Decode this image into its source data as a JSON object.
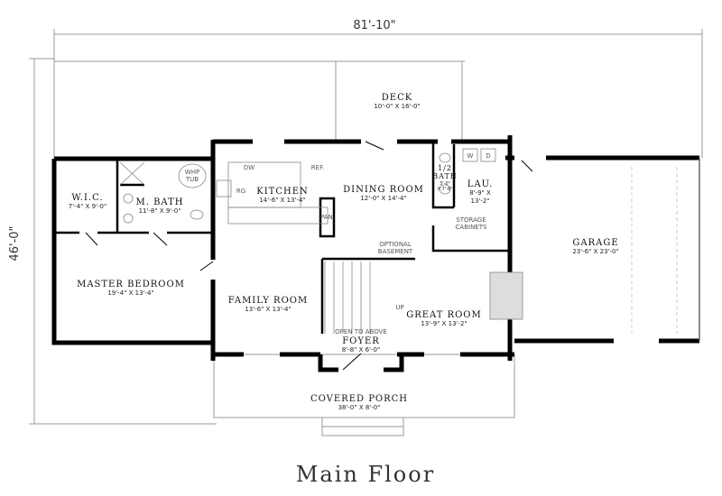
{
  "plan": {
    "title": "Main Floor",
    "overall_width": "81'-10\"",
    "overall_depth": "46'-0\"",
    "rooms": {
      "deck": {
        "name": "DECK",
        "size": "10'-0\" X 16'-0\""
      },
      "wic": {
        "name": "W.I.C.",
        "size": "7'-4\" X 9'-0\""
      },
      "mbath": {
        "name": "M. BATH",
        "size": "11'-8\" X 9'-0\""
      },
      "kitchen": {
        "name": "KITCHEN",
        "size": "14'-6\" X 13'-4\""
      },
      "dining": {
        "name": "DINING ROOM",
        "size": "12'-0\" X 14'-4\""
      },
      "halfbath": {
        "name1": "1/2",
        "name2": "BATH",
        "size1": "3'-0\"",
        "size2": "X 7'-8\""
      },
      "laundry": {
        "name": "LAU.",
        "size1": "8'-9\" X",
        "size2": "13'-2\""
      },
      "master": {
        "name": "MASTER BEDROOM",
        "size": "19'-4\" X 13'-4\""
      },
      "family": {
        "name": "FAMILY ROOM",
        "size": "13'-6\" X 13'-4\""
      },
      "great": {
        "name": "GREAT ROOM",
        "size": "13'-9\" X 13'-2\""
      },
      "garage": {
        "name": "GARAGE",
        "size": "23'-6\" X 23'-0\""
      },
      "foyer": {
        "name": "FOYER",
        "size": "8'-8\" X 6'-0\""
      },
      "porch": {
        "name": "COVERED PORCH",
        "size": "38'-0\" X 8'-0\""
      }
    },
    "notes": {
      "whp_tub1": "WHP",
      "whp_tub2": "TUB",
      "dw": "DW",
      "ref": "REF.",
      "rg": "RG",
      "pan": "PAN.",
      "optional_basement1": "OPTIONAL",
      "optional_basement2": "BASEMENT",
      "storage1": "STORAGE",
      "storage2": "CABINETS",
      "up": "UP",
      "open_above": "OPEN TO ABOVE",
      "washer": "W",
      "dryer": "D"
    }
  }
}
